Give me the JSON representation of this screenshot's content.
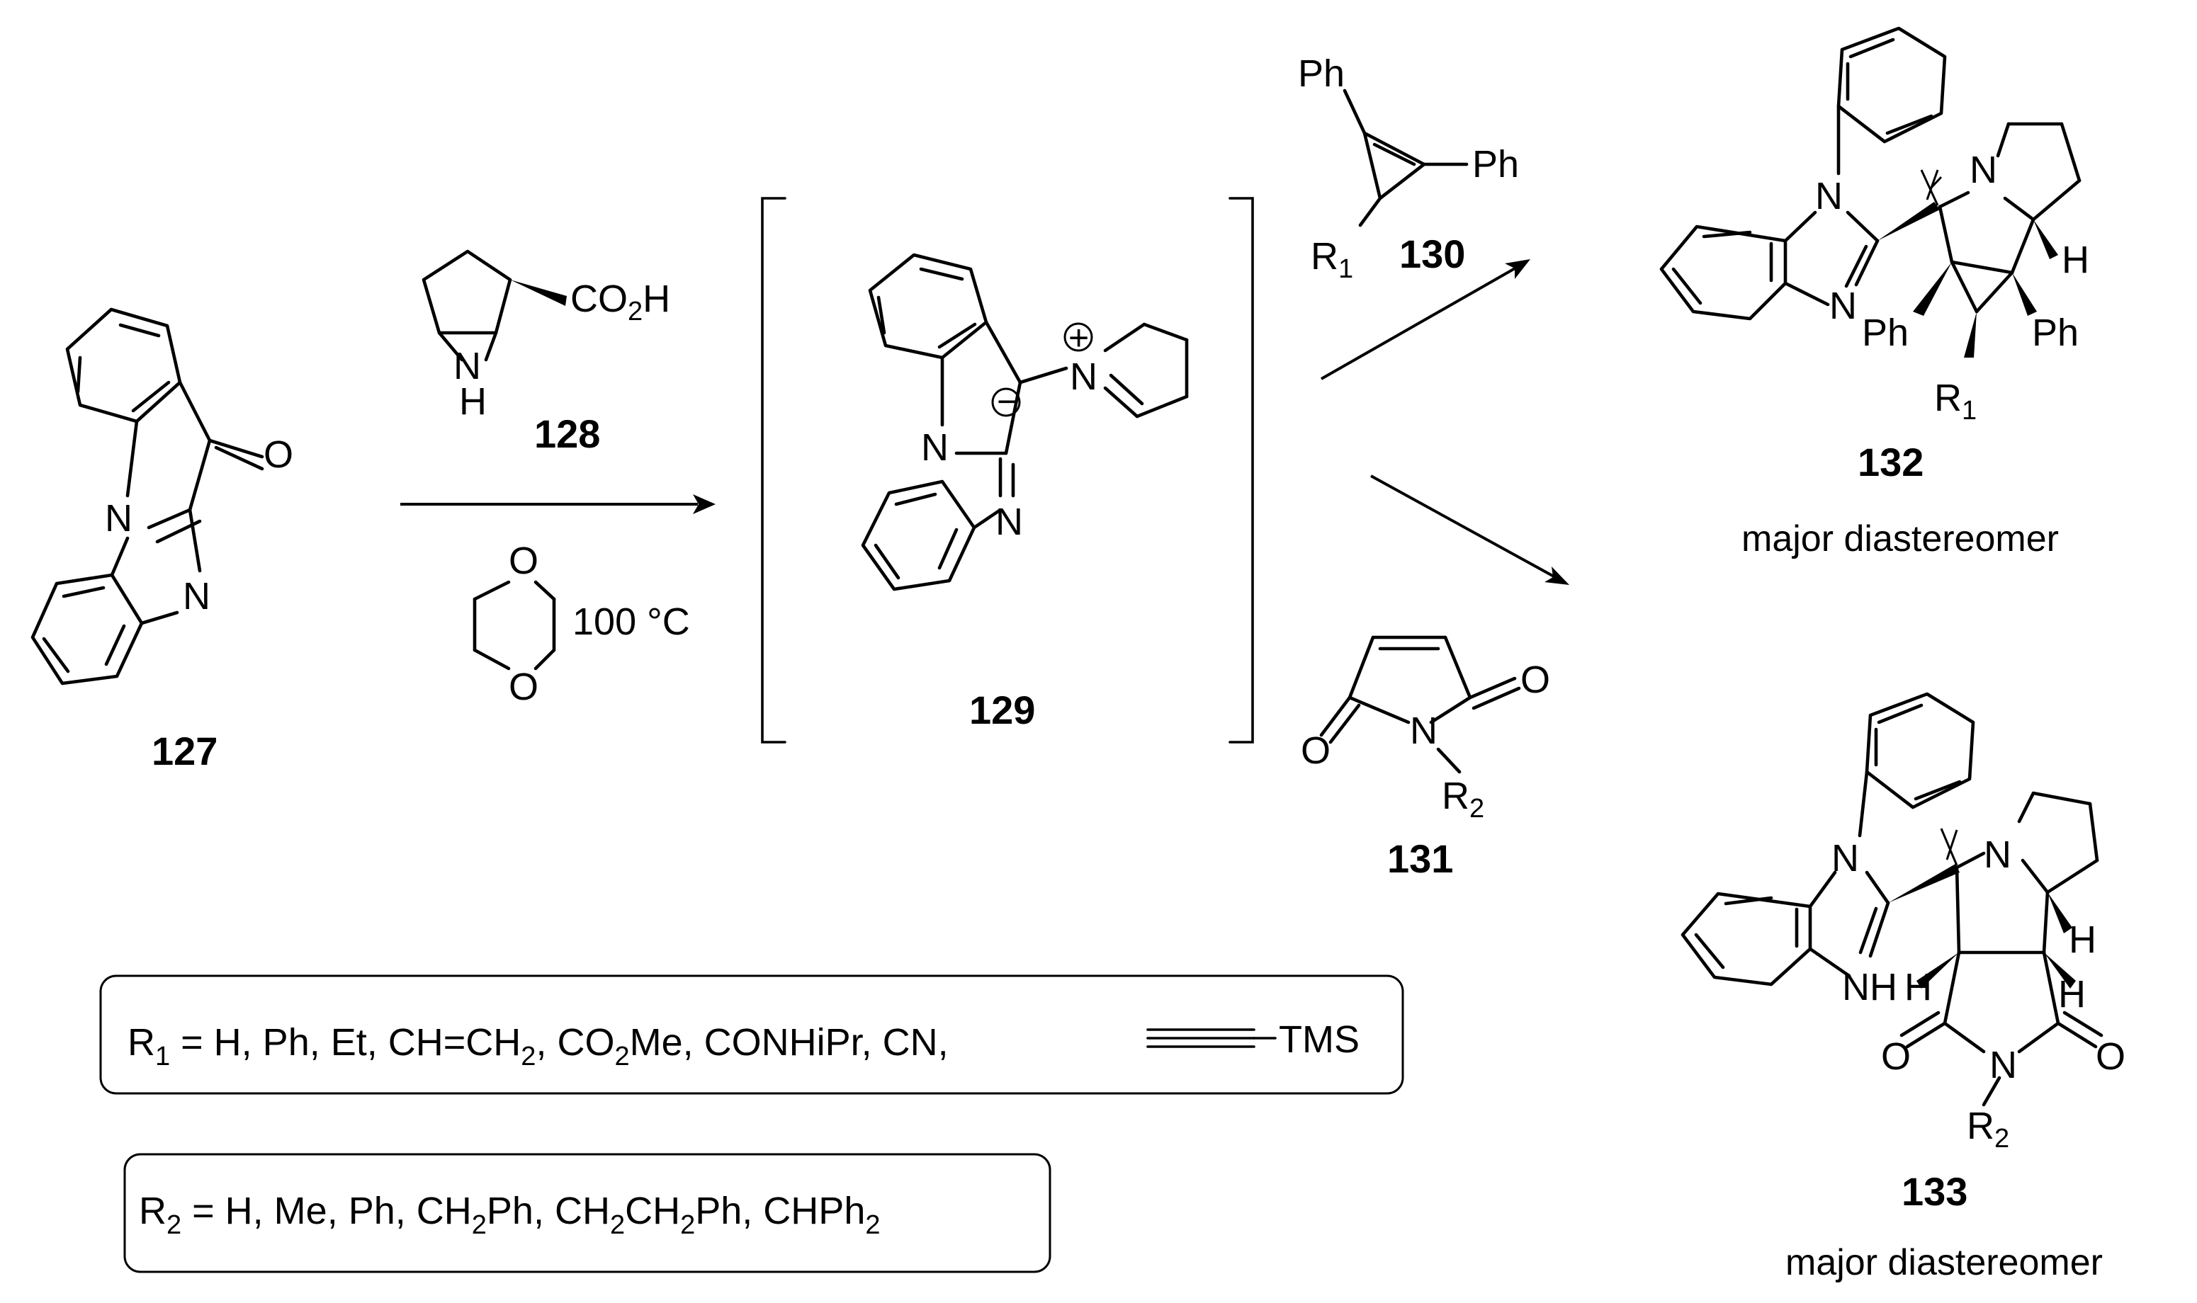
{
  "compounds": {
    "c127": "127",
    "c128": "128",
    "c129": "129",
    "c130": "130",
    "c131": "131",
    "c132": "132",
    "c133": "133"
  },
  "conditions": {
    "temperature": "100 °C"
  },
  "captions": {
    "c132": "major diastereomer",
    "c133": "major diastereomer"
  },
  "r1_box": {
    "prefix": "R",
    "sub": "1",
    "text": " = H, Ph, Et, CH=CH",
    "sub2": "2",
    "text2": ", CO",
    "sub3": "2",
    "text3": "Me, CONHiPr, CN,",
    "tms": "TMS"
  },
  "r2_box": {
    "prefix": "R",
    "sub": "2",
    "text": " = H, Me, Ph, CH",
    "sub2": "2",
    "text2": "Ph, CH",
    "sub3": "2",
    "text3": "CH",
    "sub4": "2",
    "text4": "Ph, CHPh",
    "sub5": "2"
  },
  "atoms": {
    "N": "N",
    "O": "O",
    "H": "H",
    "NH": "NH",
    "Ph": "Ph",
    "R": "R",
    "CO": "CO",
    "one": "1",
    "two": "2",
    "plus": "+",
    "minus": "−"
  }
}
